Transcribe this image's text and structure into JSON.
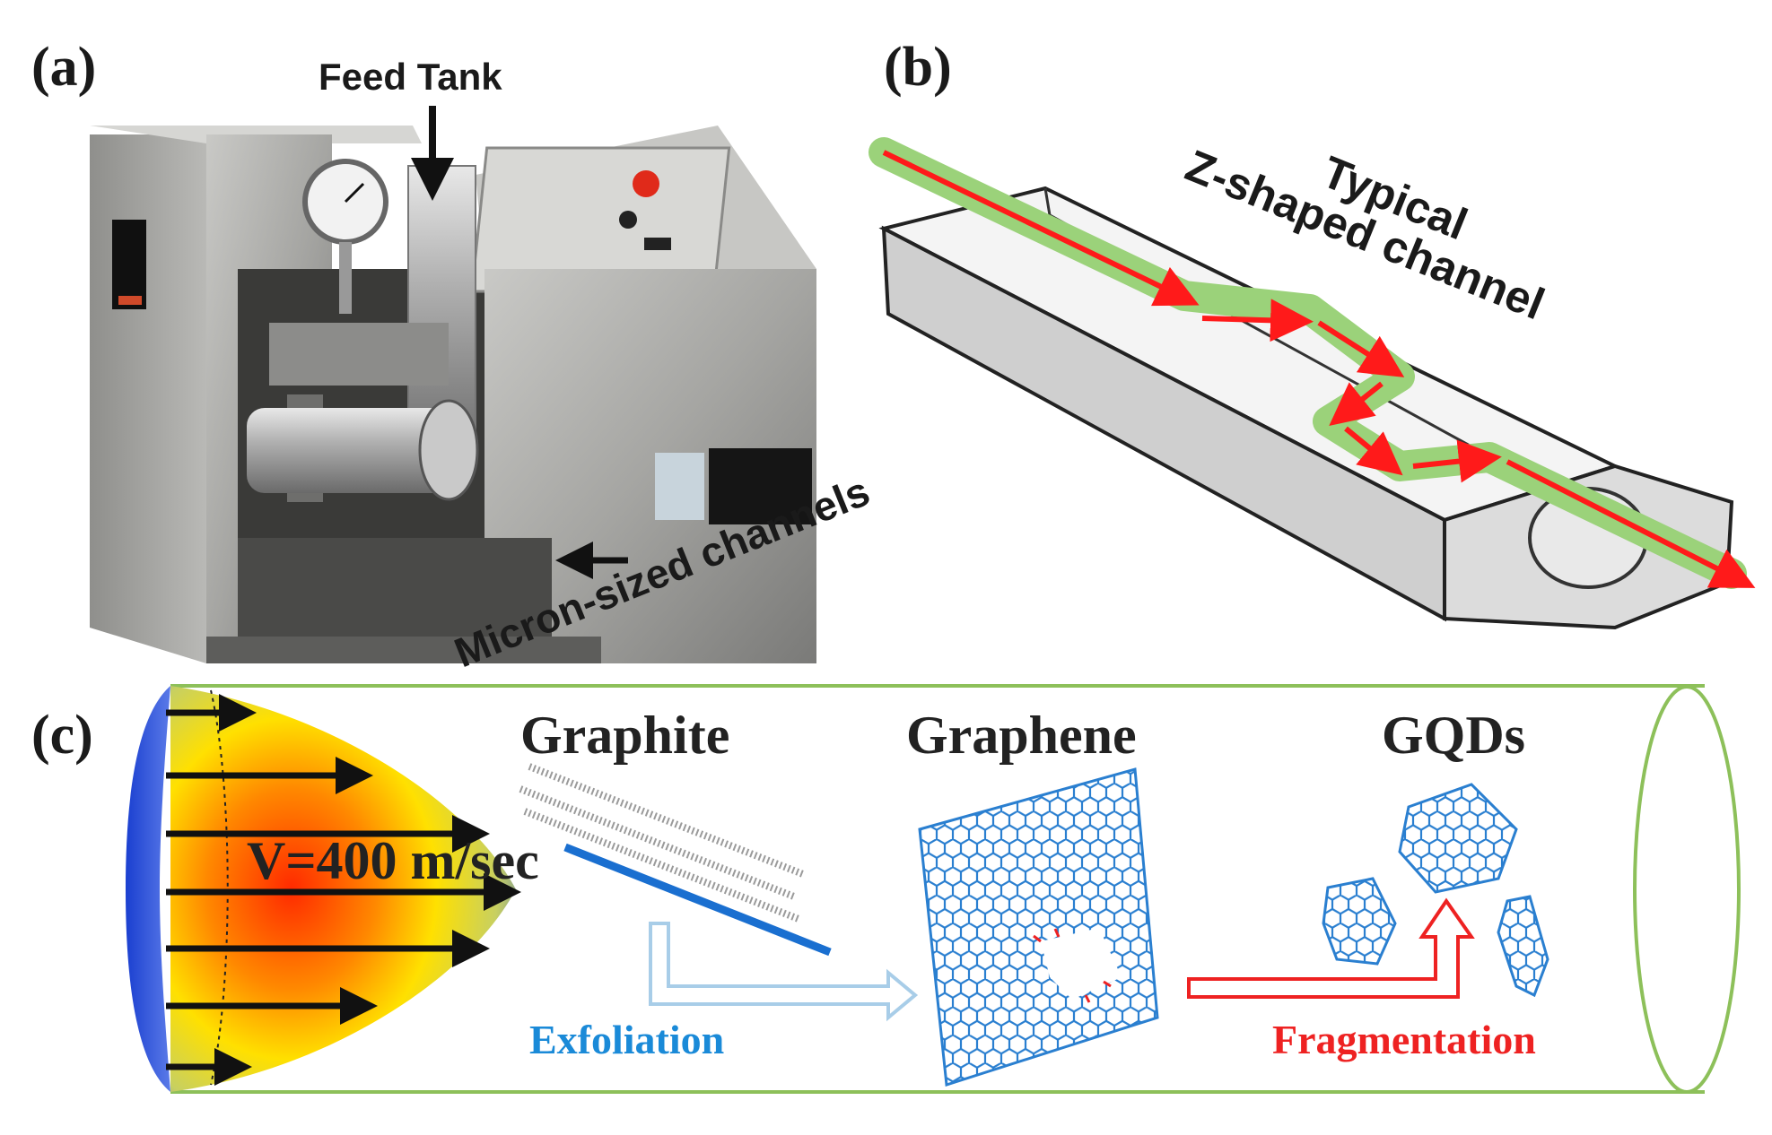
{
  "panels": {
    "a": {
      "label": "(a)",
      "feed_tank": "Feed Tank",
      "channels": "Micron-sized channels"
    },
    "b": {
      "label": "(b)",
      "channel_line1": "Typical",
      "channel_line2": "Z-shaped channel"
    },
    "c": {
      "label": "(c)",
      "velocity": "V=400 m/sec",
      "stage1": "Graphite",
      "stage2": "Graphene",
      "stage3": "GQDs",
      "step1": "Exfoliation",
      "step2": "Fragmentation"
    }
  },
  "colors": {
    "flow_arrow": "#ff1a1a",
    "channel_fill": "#9bd27a",
    "tube_outline": "#8dc05a",
    "exfoliation": "#1a8ad8",
    "fragmentation": "#ee2222",
    "graphene": "#2a7fd0"
  }
}
